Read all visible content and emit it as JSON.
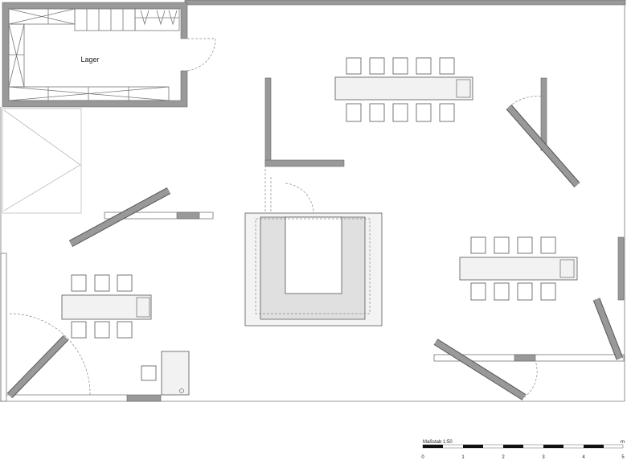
{
  "rooms": [
    {
      "label": "Lager"
    }
  ],
  "scale_bar": {
    "title": "Maßstab 1:50",
    "unit": "m",
    "ticks": [
      "0",
      "1",
      "2",
      "3",
      "4",
      "5"
    ]
  }
}
